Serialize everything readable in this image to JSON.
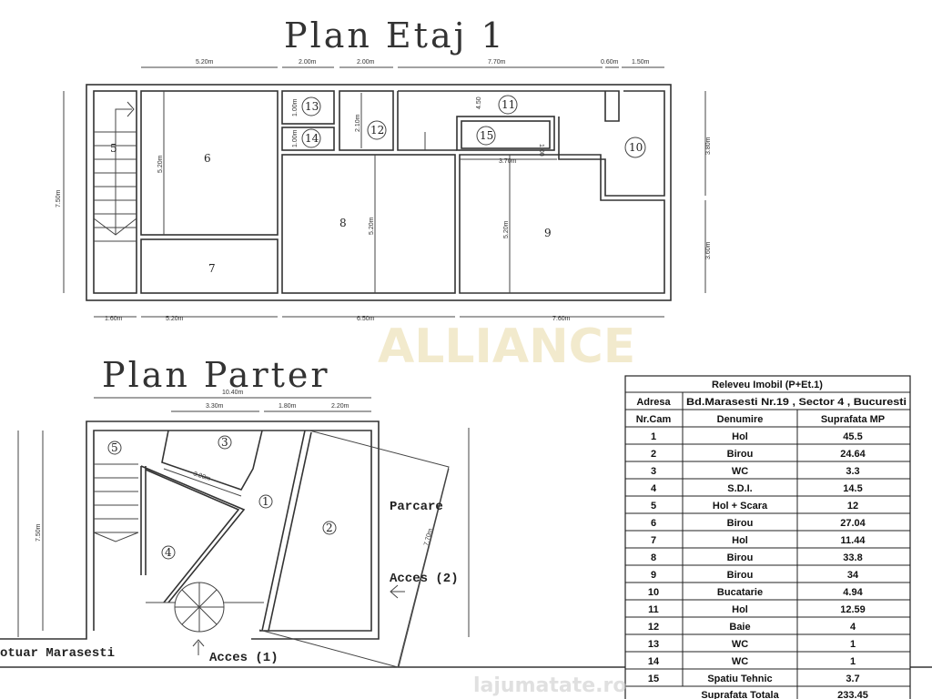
{
  "upper_plan": {
    "title": "Plan Etaj 1",
    "dims_top": [
      "5.20m",
      "2.00m",
      "2.00m",
      "7.70m",
      "0.60m",
      "1.50m"
    ],
    "dims_bottom": [
      "1.60m",
      "5.20m",
      "6.50m",
      "7.60m"
    ],
    "dim_left": "7.50m",
    "dims_right": [
      "3.80m",
      "3.60m"
    ],
    "dims_inner": [
      "5.20m",
      "1.00m",
      "1.00m",
      "2.10m",
      "4.50",
      "1.00",
      "3.70m",
      "5.20m",
      "5.20m"
    ],
    "rooms": [
      "5",
      "6",
      "7",
      "8",
      "9",
      "10",
      "11",
      "12",
      "13",
      "14",
      "15"
    ]
  },
  "lower_plan": {
    "title": "Plan Parter",
    "dims": [
      "10.40m",
      "3.30m",
      "1.80m",
      "2.20m",
      "7.50m",
      "3.20m",
      "7.70m"
    ],
    "rooms": [
      "1",
      "2",
      "3",
      "4",
      "5"
    ],
    "labels": {
      "parking": "Parcare",
      "access2": "Acces (2)",
      "access1": "Acces (1)",
      "sidewalk": "otuar Marasesti"
    }
  },
  "watermark": "ALLIANCE",
  "site_watermark": "lajumatate.ro",
  "table": {
    "title": "Releveu Imobil (P+Et.1)",
    "address_label": "Adresa",
    "address": "Bd.Marasesti Nr.19 , Sector 4 , Bucuresti",
    "headers": [
      "Nr.Cam",
      "Denumire",
      "Suprafata MP"
    ],
    "rows": [
      [
        "1",
        "Hol",
        "45.5"
      ],
      [
        "2",
        "Birou",
        "24.64"
      ],
      [
        "3",
        "WC",
        "3.3"
      ],
      [
        "4",
        "S.D.I.",
        "14.5"
      ],
      [
        "5",
        "Hol + Scara",
        "12"
      ],
      [
        "6",
        "Birou",
        "27.04"
      ],
      [
        "7",
        "Hol",
        "11.44"
      ],
      [
        "8",
        "Birou",
        "33.8"
      ],
      [
        "9",
        "Birou",
        "34"
      ],
      [
        "10",
        "Bucatarie",
        "4.94"
      ],
      [
        "11",
        "Hol",
        "12.59"
      ],
      [
        "12",
        "Baie",
        "4"
      ],
      [
        "13",
        "WC",
        "1"
      ],
      [
        "14",
        "WC",
        "1"
      ],
      [
        "15",
        "Spatiu Tehnic",
        "3.7"
      ]
    ],
    "total_label": "Suprafata Totala",
    "total": "233.45"
  }
}
